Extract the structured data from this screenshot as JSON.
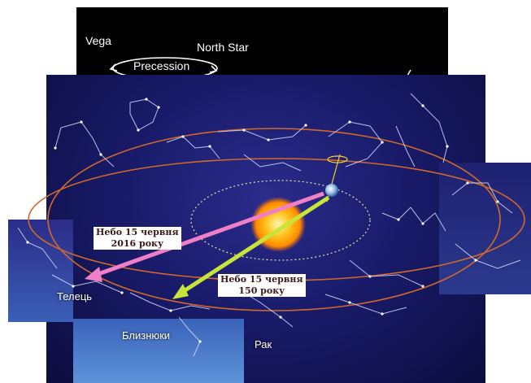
{
  "precession": {
    "vega": "Vega",
    "north_star": "North Star",
    "precession": "Precession"
  },
  "callouts": {
    "sky_2016": {
      "line1": "Небо 15 червня",
      "line2": "2016 року"
    },
    "sky_150": {
      "line1": "Небо 15 червня",
      "line2": "150 року"
    }
  },
  "constellations": {
    "taurus": "Телець",
    "gemini": "Близнюки",
    "cancer": "Рак"
  },
  "colors": {
    "orbit": "#d2692a",
    "arrow_2016": "#f07fc8",
    "arrow_150": "#c8e33a",
    "earth_orbit": "#e8e8a0"
  }
}
